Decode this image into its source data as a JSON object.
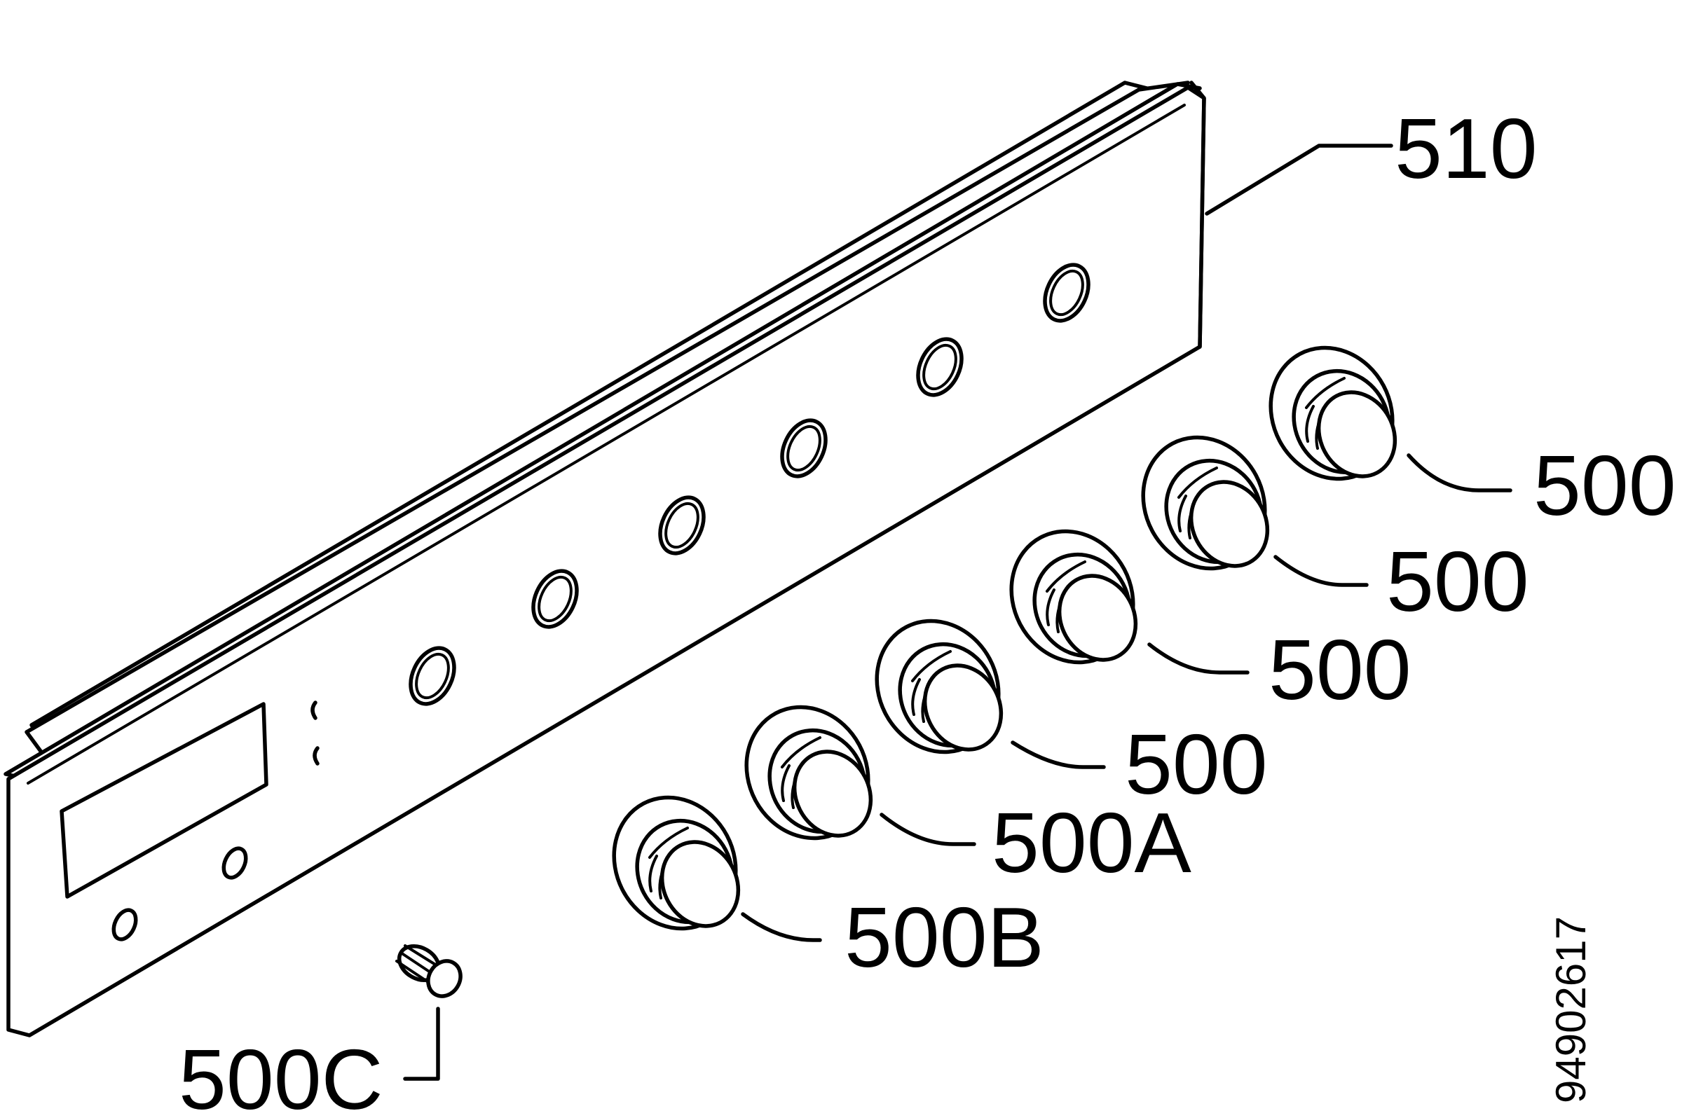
{
  "labels": {
    "panel": "510",
    "knob_1": "500",
    "knob_2": "500",
    "knob_3": "500",
    "knob_4": "500",
    "knob_a": "500A",
    "knob_b": "500B",
    "knob_c": "500C"
  },
  "document_number": "94902617"
}
